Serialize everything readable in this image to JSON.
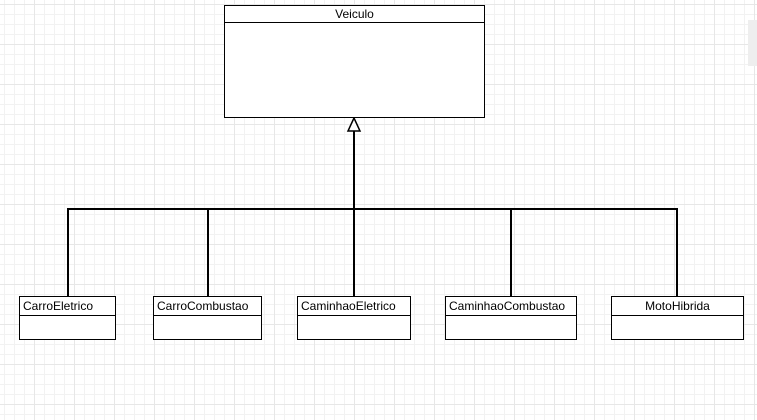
{
  "diagram": {
    "parent": {
      "name": "Veiculo"
    },
    "children": [
      {
        "name": "CarroEletrico"
      },
      {
        "name": "CarroCombustao"
      },
      {
        "name": "CaminhaoEletrico"
      },
      {
        "name": "CaminhaoCombustao"
      },
      {
        "name": "MotoHibrida"
      }
    ],
    "relationship": "generalization",
    "colors": {
      "line": "#000000",
      "box_fill": "#ffffff",
      "grid_minor": "#f2f2f2",
      "grid_major": "#e7e7e7"
    }
  }
}
